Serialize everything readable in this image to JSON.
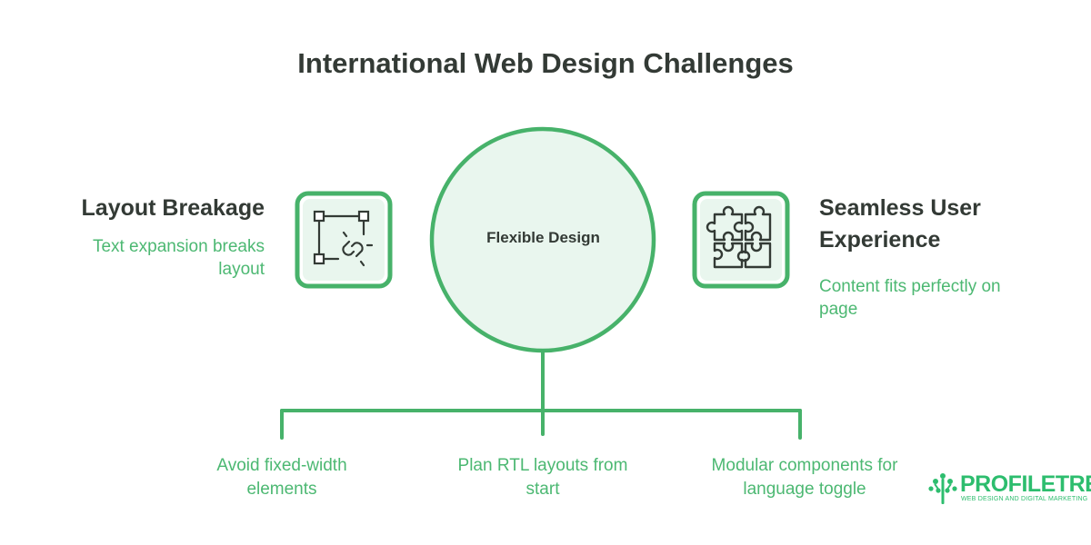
{
  "title": "International Web Design Challenges",
  "colors": {
    "accent": "#47b26a",
    "accent_fill": "#e9f6ee",
    "heading": "#333a35",
    "text_green": "#4cb872"
  },
  "left": {
    "heading": "Layout Breakage",
    "description": "Text expansion breaks layout",
    "icon": "broken-link-icon"
  },
  "center": {
    "label": "Flexible Design"
  },
  "right": {
    "heading": "Seamless User Experience",
    "description": "Content fits perfectly on page",
    "icon": "puzzle-icon"
  },
  "branches": [
    {
      "label": "Avoid fixed-width elements"
    },
    {
      "label": "Plan RTL layouts from start"
    },
    {
      "label": "Modular components for language toggle"
    }
  ],
  "logo": {
    "name": "PROFILETREE",
    "tagline": "WEB DESIGN AND DIGITAL MARKETING"
  }
}
